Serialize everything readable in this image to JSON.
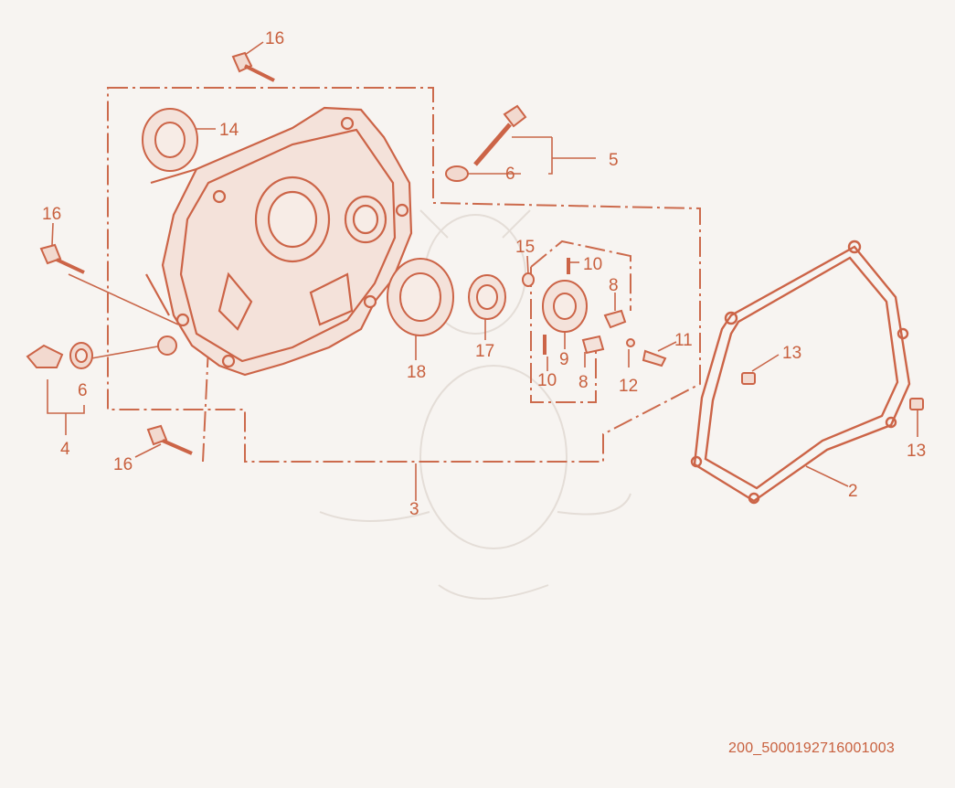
{
  "colors": {
    "line": "#d06a4c",
    "fill": "#f2d9cf",
    "text": "#c8603e",
    "watermark": "#e6e0db",
    "background": "#f7f4f1"
  },
  "callouts": {
    "c16a": "16",
    "c14": "14",
    "c5": "5",
    "c6a": "6",
    "c16b": "16",
    "c15": "15",
    "c10a": "10",
    "c8a": "8",
    "c11": "11",
    "c13a": "13",
    "c17": "17",
    "c18": "18",
    "c9": "9",
    "c8b": "8",
    "c10b": "10",
    "c12": "12",
    "c6b": "6",
    "c4": "4",
    "c16c": "16",
    "c3": "3",
    "c2": "2",
    "c13b": "13"
  },
  "document_id": "200_5000192716001003"
}
